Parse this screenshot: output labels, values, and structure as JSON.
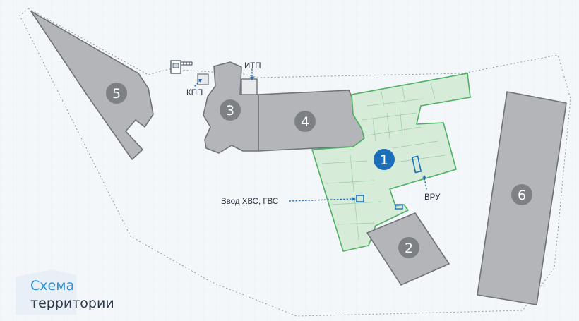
{
  "title": {
    "line1": "Схема",
    "line2": "территории"
  },
  "buildings": [
    {
      "id": "1",
      "label": "1"
    },
    {
      "id": "2",
      "label": "2"
    },
    {
      "id": "3",
      "label": "3"
    },
    {
      "id": "4",
      "label": "4"
    },
    {
      "id": "5",
      "label": "5"
    },
    {
      "id": "6",
      "label": "6"
    }
  ],
  "annotations": {
    "kpp": "КПП",
    "itp": "ИТП",
    "vru": "ВРУ",
    "water_inlet": "Ввод ХВС, ГВС"
  },
  "colors": {
    "background": "#f4f7fa",
    "building_fill": "#b3b5b8",
    "building_stroke": "#6f7379",
    "highlight_fill": "#d6ebd8",
    "highlight_stroke": "#4db063",
    "highlight_marker": "#1a6fb8",
    "title_accent": "#2a8fd3",
    "title_dark": "#2f3a48",
    "leader_line": "#2f6fb0"
  },
  "icons": [
    "barrier-gate-icon"
  ]
}
